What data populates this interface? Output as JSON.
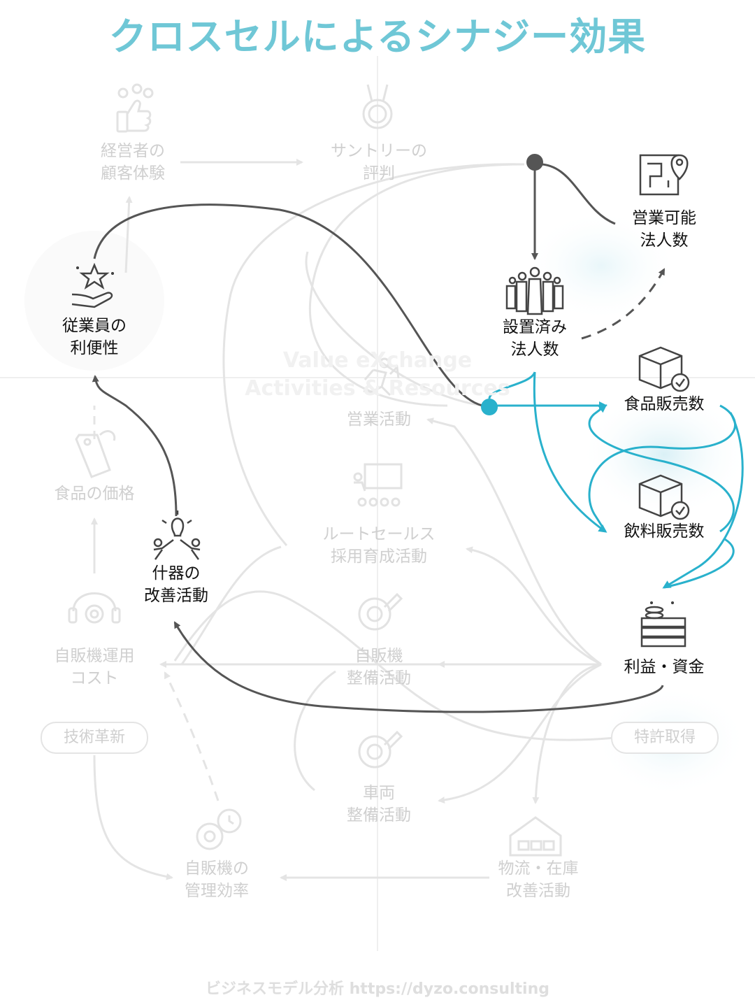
{
  "title": "クロスセルによるシナジー効果",
  "watermark": "Value eXchange\nActivities & Resources",
  "nodes": {
    "keiei": "経営者の\n顧客体験",
    "suntory": "サントリーの\n評判",
    "eigyo_kanou": "営業可能\n法人数",
    "juugyoin": "従業員の\n利便性",
    "setchi": "設置済み\n法人数",
    "shokuhin_hanbai": "食品販売数",
    "eigyo_katsudo": "営業活動",
    "shokuhin_kakaku": "食品の価格",
    "inryo_hanbai": "飲料販売数",
    "route": "ルートセールス\n採用育成活動",
    "juuki": "什器の\n改善活動",
    "rieki": "利益・資金",
    "jihanki_unyou": "自販機運用\nコスト",
    "jihanki_seibi": "自販機\n整備活動",
    "gijutsu": "技術革新",
    "tokkyo": "特許取得",
    "sharyo": "車両\n整備活動",
    "kanri": "自販機の\n管理効率",
    "butsuryu": "物流・在庫\n改善活動"
  },
  "colors": {
    "title": "#6fc7d6",
    "accent": "#29b1cc",
    "dark": "#555555",
    "dim": "#e4e4e4"
  },
  "icons": {
    "keiei": "thumbs-up-emoji-icon",
    "suntory": "medal-icon",
    "eigyo_kanou": "map-pin-icon",
    "juugyoin": "hand-star-icon",
    "setchi": "business-team-icon",
    "shokuhin_hanbai": "box-check-icon",
    "eigyo_katsudo": "running-person-icon",
    "shokuhin_kakaku": "price-tag-icon",
    "inryo_hanbai": "box-check-icon",
    "route": "presentation-icon",
    "juuki": "teamwork-idea-icon",
    "rieki": "money-stack-icon",
    "jihanki_unyou": "headset-gear-icon",
    "jihanki_seibi": "gear-wrench-icon",
    "sharyo": "gear-wrench-icon",
    "kanri": "gear-clock-icon",
    "butsuryu": "warehouse-icon"
  },
  "footer": "ビジネスモデル分析  https://dyzo.consulting"
}
